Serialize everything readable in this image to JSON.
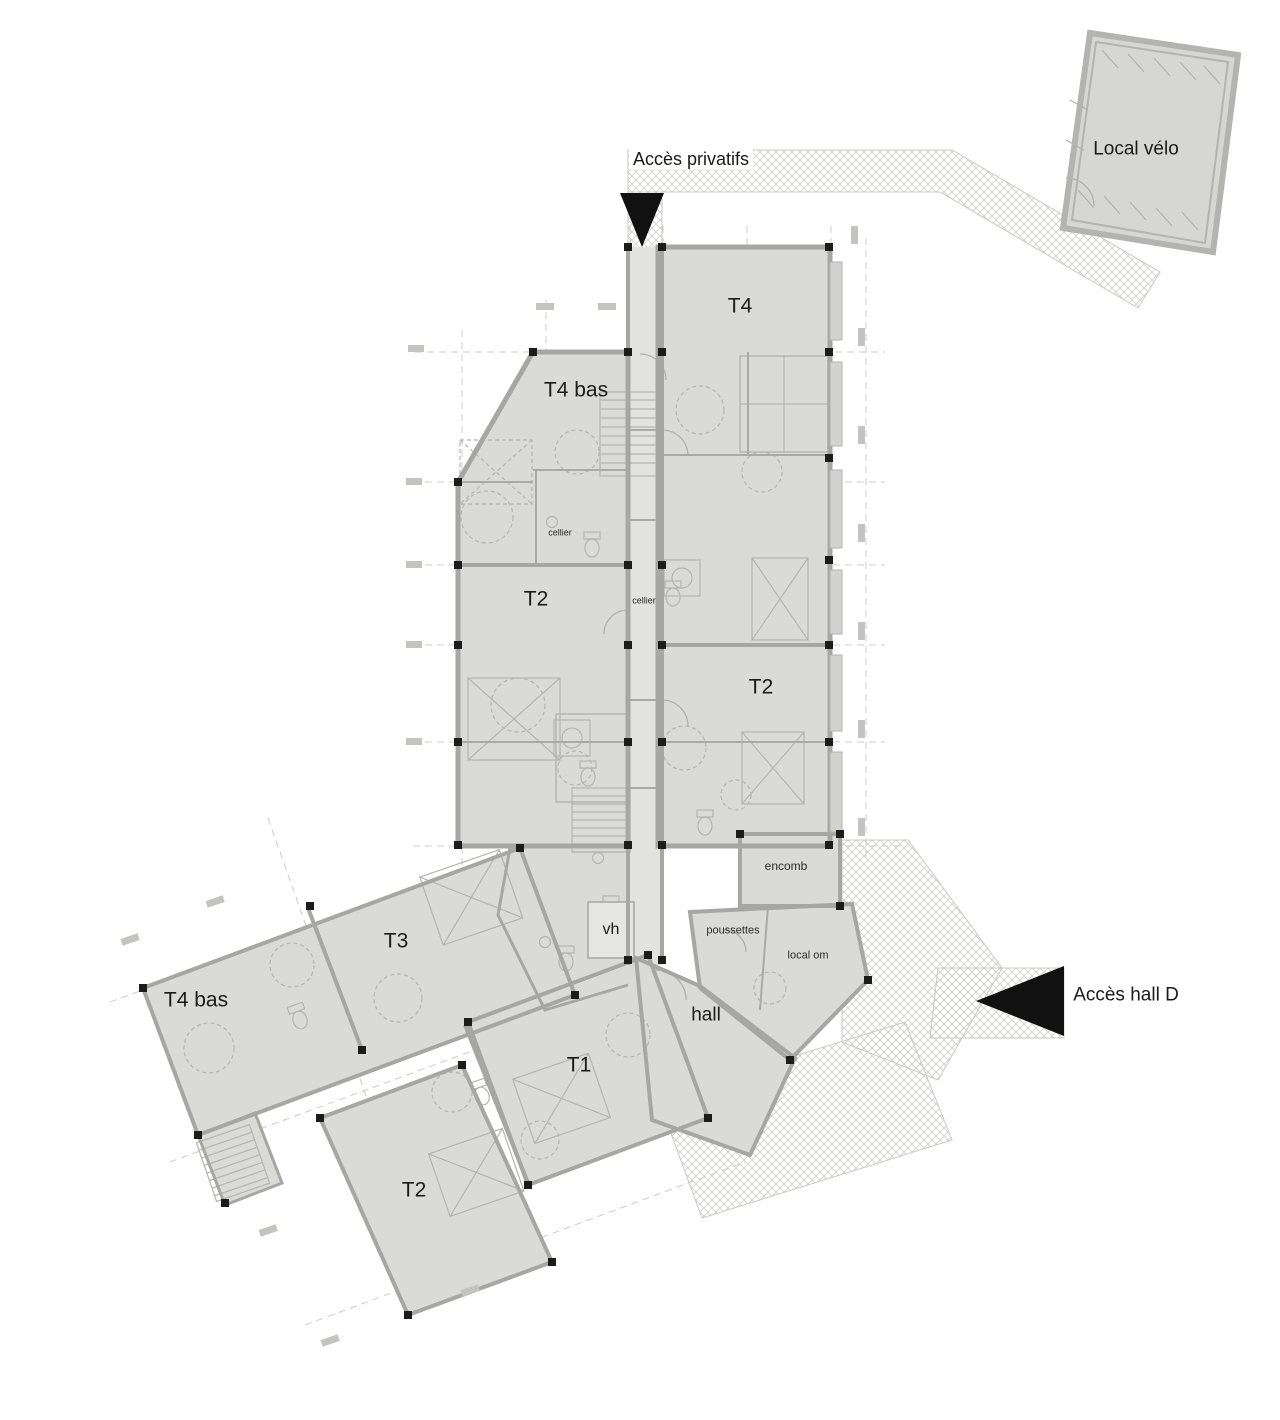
{
  "plan": {
    "labels": {
      "acces_privatifs": "Accès privatifs",
      "local_velo": "Local vélo",
      "t4": "T4",
      "t4_bas_top": "T4 bas",
      "cellier_top": "cellier",
      "t2_left": "T2",
      "cellier_mid": "cellier",
      "t2_right": "T2",
      "encomb": "encomb",
      "vh": "vh",
      "poussettes": "poussettes",
      "local_om": "local om",
      "t3": "T3",
      "t4_bas_bottom": "T4 bas",
      "hall": "hall",
      "acces_hall_d": "Accès hall D",
      "t1": "T1",
      "t2_bottom": "T2"
    },
    "colors": {
      "room_fill": "#dadad9",
      "corridor_fill": "#e2e2e0",
      "wall": "#a6a6a4",
      "detail": "#b4b4b2",
      "hatch": "#cdcdcb",
      "marker": "#1c1c1c",
      "arrow": "#111111",
      "text": "#1a1a1a"
    }
  }
}
